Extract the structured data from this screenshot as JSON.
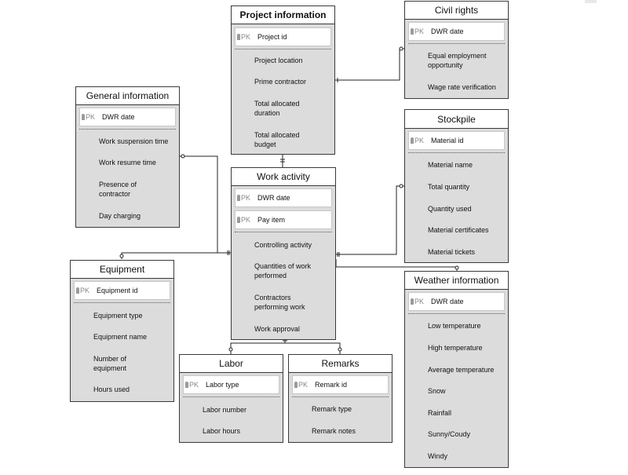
{
  "entities": {
    "project_information": {
      "title": "Project information",
      "primary_keys": [
        "Project id"
      ],
      "attributes": [
        "Project location",
        "Prime contractor",
        "Total allocated duration",
        "Total allocated budget"
      ]
    },
    "civil_rights": {
      "title": "Civil rights",
      "primary_keys": [
        "DWR date"
      ],
      "attributes": [
        "Equal employment opportunity",
        "Wage rate verification"
      ]
    },
    "general_information": {
      "title": "General information",
      "primary_keys": [
        "DWR date"
      ],
      "attributes": [
        "Work suspension time",
        "Work resume time",
        "Presence of contractor",
        "Day charging"
      ]
    },
    "stockpile": {
      "title": "Stockpile",
      "primary_keys": [
        "Material id"
      ],
      "attributes": [
        "Material name",
        "Total quantity",
        "Quantity used",
        "Material certificates",
        "Material tickets"
      ]
    },
    "work_activity": {
      "title": "Work activity",
      "primary_keys": [
        "DWR date",
        "Pay item"
      ],
      "attributes": [
        "Controlling activity",
        "Quantities of work performed",
        "Contractors performing work",
        "Work approval"
      ]
    },
    "equipment": {
      "title": "Equipment",
      "primary_keys": [
        "Equipment id"
      ],
      "attributes": [
        "Equipment type",
        "Equipment name",
        "Number of equipment",
        "Hours used"
      ]
    },
    "weather_information": {
      "title": "Weather information",
      "primary_keys": [
        "DWR date"
      ],
      "attributes": [
        "Low temperature",
        "High temperature",
        "Average temperature",
        "Snow",
        "Rainfall",
        "Sunny/Coudy",
        "Windy"
      ]
    },
    "labor": {
      "title": "Labor",
      "primary_keys": [
        "Labor type"
      ],
      "attributes": [
        "Labor number",
        "Labor hours"
      ]
    },
    "remarks": {
      "title": "Remarks",
      "primary_keys": [
        "Remark id"
      ],
      "attributes": [
        "Remark type",
        "Remark notes"
      ]
    }
  },
  "pk_tag": "PK"
}
